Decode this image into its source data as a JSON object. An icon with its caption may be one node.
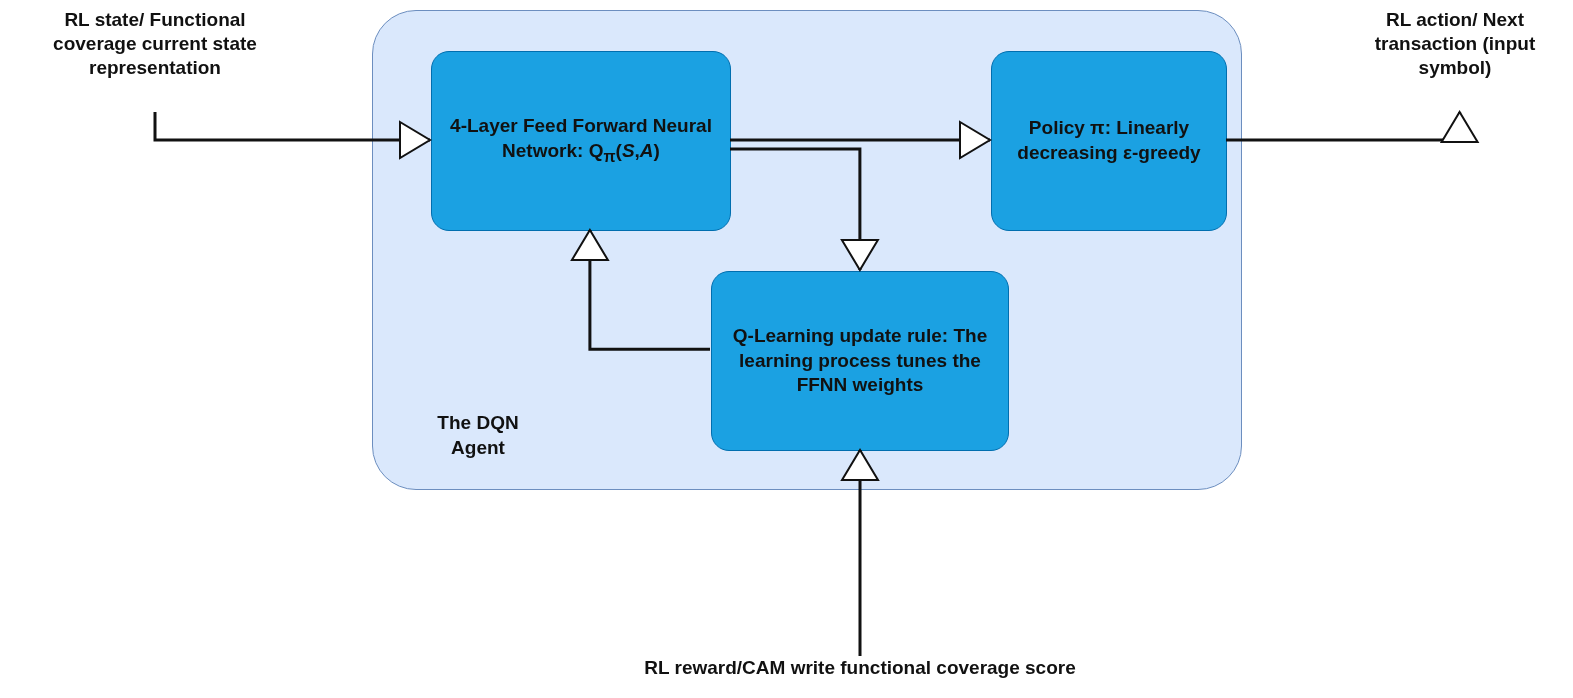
{
  "diagram": {
    "nodes": [
      {
        "text": [
          "RL state/ Functional coverage current state representation"
        ]
      },
      {
        "text": [
          "The DQN Agent"
        ]
      },
      {
        "text": [
          "4-Layer Feed Forward Neural Network: Q$_{π}$(*S*,*A*)"
        ],
        "in": 1
      },
      {
        "text": [
          "Policy π: Linearly decreasing ε-greedy"
        ],
        "in": 1
      },
      {
        "text": [
          "Q-Learning update rule: The learning process tunes the FFNN weights"
        ],
        "in": 1
      },
      {
        "text": [
          "RL action/ Next transaction (input symbol)"
        ]
      },
      {
        "text": [
          "RL reward/CAM write functional coverage score"
        ]
      }
    ],
    "edges": [
      {
        "from": 0,
        "to": 2,
        "arrow": "to"
      },
      {
        "from": 2,
        "to": 3,
        "arrow": "to"
      },
      {
        "from": 2,
        "to": 4,
        "arrow": "to"
      },
      {
        "from": 4,
        "to": 2,
        "arrow": "to"
      },
      {
        "from": 3,
        "to": 5,
        "arrow": "to"
      },
      {
        "from": 6,
        "to": 4,
        "arrow": "to"
      }
    ]
  }
}
